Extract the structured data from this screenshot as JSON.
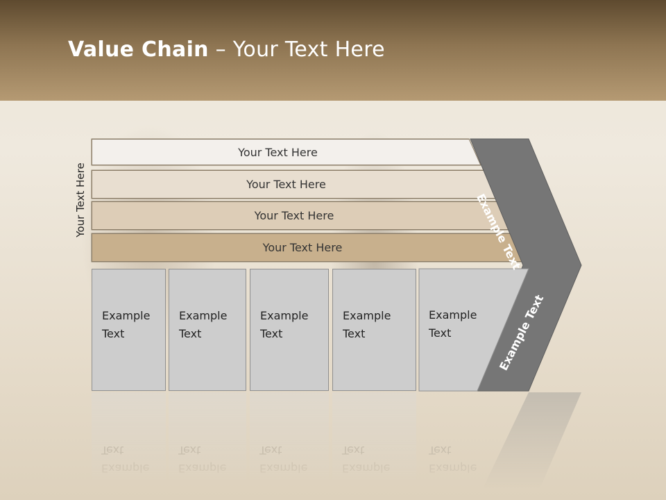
{
  "header": {
    "title_bold": "Value Chain",
    "title_rest": " – Your Text Here"
  },
  "side_label": "Your Text Here",
  "rows": [
    {
      "label": "Your Text Here",
      "color": "#f3f0ec"
    },
    {
      "label": "Your Text Here",
      "color": "#e8ded0"
    },
    {
      "label": "Your Text Here",
      "color": "#ddcdb7"
    },
    {
      "label": "Your Text Here",
      "color": "#c8b08d"
    }
  ],
  "columns": [
    {
      "label": "Example\nText"
    },
    {
      "label": "Example\nText"
    },
    {
      "label": "Example\nText"
    },
    {
      "label": "Example\nText"
    },
    {
      "label": "Example\nText"
    }
  ],
  "chevron": {
    "top_label": "Example Text",
    "bottom_label": "Example Text",
    "color": "#767676"
  }
}
